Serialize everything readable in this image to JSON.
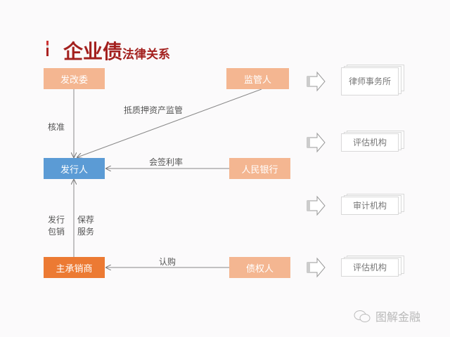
{
  "title": {
    "main": "企业债",
    "sub": "法律关系"
  },
  "nodes": {
    "ndrc": "发改委",
    "supervisor": "监管人",
    "issuer": "发行人",
    "pboc": "人民银行",
    "underwriter": "主承销商",
    "creditor": "债权人"
  },
  "edges": {
    "approve": "核准",
    "collateral": "抵质押资产监管",
    "rate": "会签利率",
    "issue_line1": "发行",
    "issue_line2": "包销",
    "sponsor_line1": "保荐",
    "sponsor_line2": "服务",
    "subscribe": "认购"
  },
  "agencies": [
    "律师事务所",
    "评估机构",
    "审计机构",
    "评估机构"
  ],
  "watermark": "图解金融",
  "colors": {
    "title": "#a3201e",
    "light": "#f4b691",
    "blue": "#5b9bd5",
    "orange": "#ec7a33"
  }
}
